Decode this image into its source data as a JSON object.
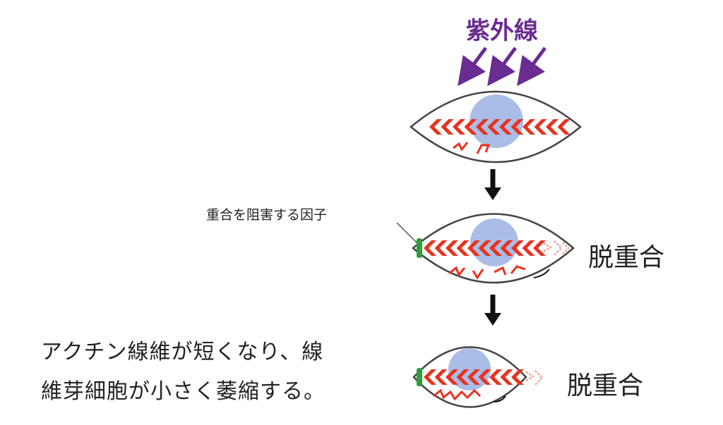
{
  "uv_label": "紫外線",
  "inhibitor_label": "重合を阻害する因子",
  "depolymerization_labels": [
    "脱重合",
    "脱重合"
  ],
  "result_text": [
    "アクチン線維が短くなり、線",
    "維芽細胞が小さく萎縮する。"
  ],
  "colors": {
    "uv": "#6b2c91",
    "actin": "#e8321e",
    "nucleus": "#a9bde6",
    "inhibitor": "#2e9e3e"
  }
}
